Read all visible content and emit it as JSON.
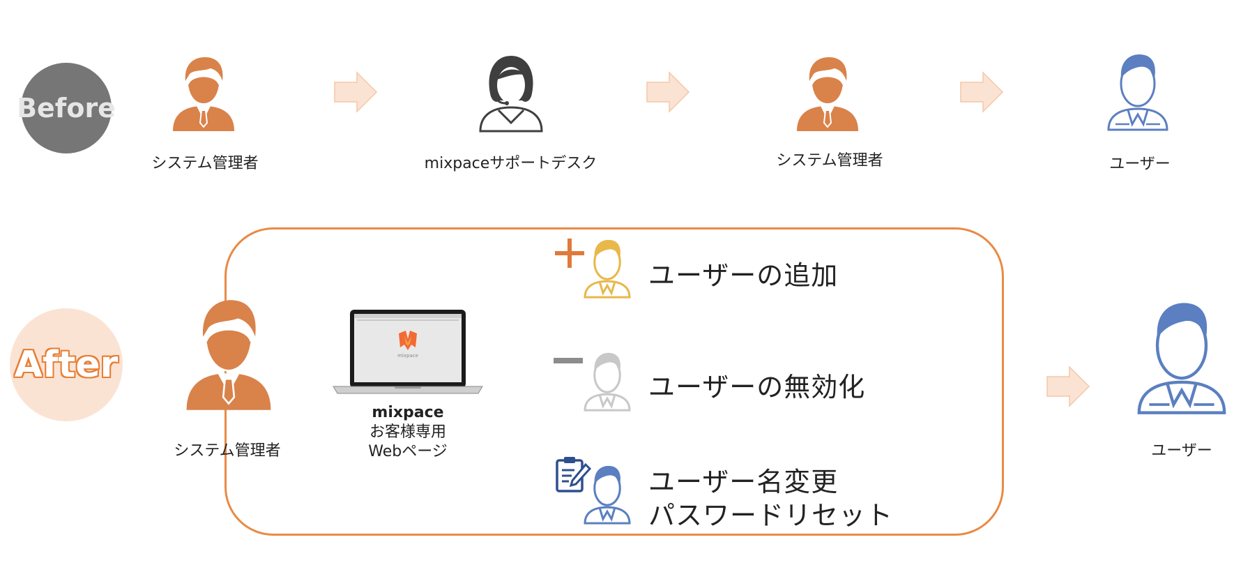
{
  "before": {
    "badge": "Before",
    "steps": [
      {
        "label": "システム管理者",
        "icon": "admin-person-icon",
        "color": "#d9824a"
      },
      {
        "label": "mixpaceサポートデスク",
        "icon": "support-operator-icon",
        "color": "#3f3f3f"
      },
      {
        "label": "システム管理者",
        "icon": "admin-person-icon",
        "color": "#d9824a"
      },
      {
        "label": "ユーザー",
        "icon": "user-outline-icon",
        "color": "#5b7fc0"
      }
    ],
    "arrow_color": "#fbe3d4"
  },
  "after": {
    "badge": "After",
    "admin_label": "システム管理者",
    "laptop": {
      "brand": "mixpace",
      "line2": "お客様専用",
      "line3": "Webページ",
      "screen_logo_text": "mixpace"
    },
    "actions": [
      {
        "text": "ユーザーの追加",
        "icon": "plus-icon",
        "person_color": "#e8b84a"
      },
      {
        "text": "ユーザーの無効化",
        "icon": "minus-icon",
        "person_color": "#c8c8c8"
      },
      {
        "text": "ユーザー名変更",
        "text2": "パスワードリセット",
        "icon": "clipboard-edit-icon",
        "person_color": "#5b7fc0"
      }
    ],
    "user_label": "ユーザー",
    "frame_color": "#e98a44"
  }
}
